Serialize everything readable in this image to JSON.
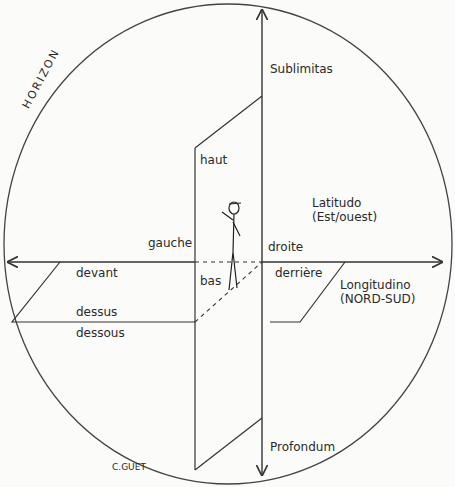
{
  "diagram": {
    "labels": [
      "HORIZON",
      "Sublimitas",
      "haut",
      "Latitudo (Est/ouest)",
      "gauche",
      "droite",
      "devant",
      "derrière",
      "bas",
      "Longitudino (NORD-SUD)",
      "dessus",
      "dessous",
      "Profondum",
      "C.GUET"
    ]
  }
}
